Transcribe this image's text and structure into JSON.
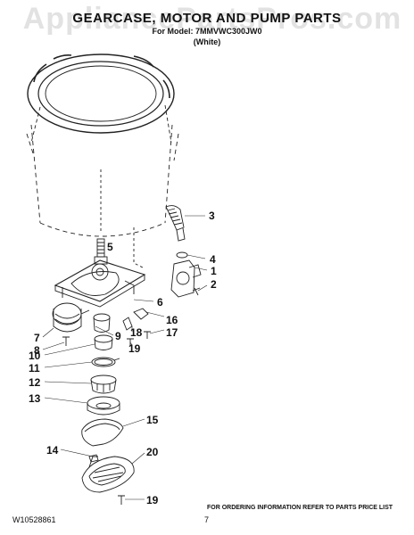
{
  "header": {
    "title": "GEARCASE, MOTOR AND PUMP PARTS",
    "model_line": "For Model: 7MMVWC300JW0",
    "color_line": "(White)"
  },
  "watermark": "AppliancePartsPros.com",
  "callouts": [
    {
      "id": "3",
      "label": "3"
    },
    {
      "id": "4",
      "label": "4"
    },
    {
      "id": "1",
      "label": "1"
    },
    {
      "id": "2",
      "label": "2"
    },
    {
      "id": "5",
      "label": "5"
    },
    {
      "id": "6",
      "label": "6"
    },
    {
      "id": "16",
      "label": "16"
    },
    {
      "id": "17",
      "label": "17"
    },
    {
      "id": "18",
      "label": "18"
    },
    {
      "id": "19a",
      "label": "19"
    },
    {
      "id": "7",
      "label": "7"
    },
    {
      "id": "8",
      "label": "8"
    },
    {
      "id": "9",
      "label": "9"
    },
    {
      "id": "10",
      "label": "10"
    },
    {
      "id": "11",
      "label": "11"
    },
    {
      "id": "12",
      "label": "12"
    },
    {
      "id": "13",
      "label": "13"
    },
    {
      "id": "14",
      "label": "14"
    },
    {
      "id": "15",
      "label": "15"
    },
    {
      "id": "20",
      "label": "20"
    },
    {
      "id": "19b",
      "label": "19"
    }
  ],
  "footer": {
    "note": "FOR ORDERING INFORMATION REFER TO PARTS PRICE LIST",
    "doc_code": "W10528861",
    "page": "7"
  }
}
